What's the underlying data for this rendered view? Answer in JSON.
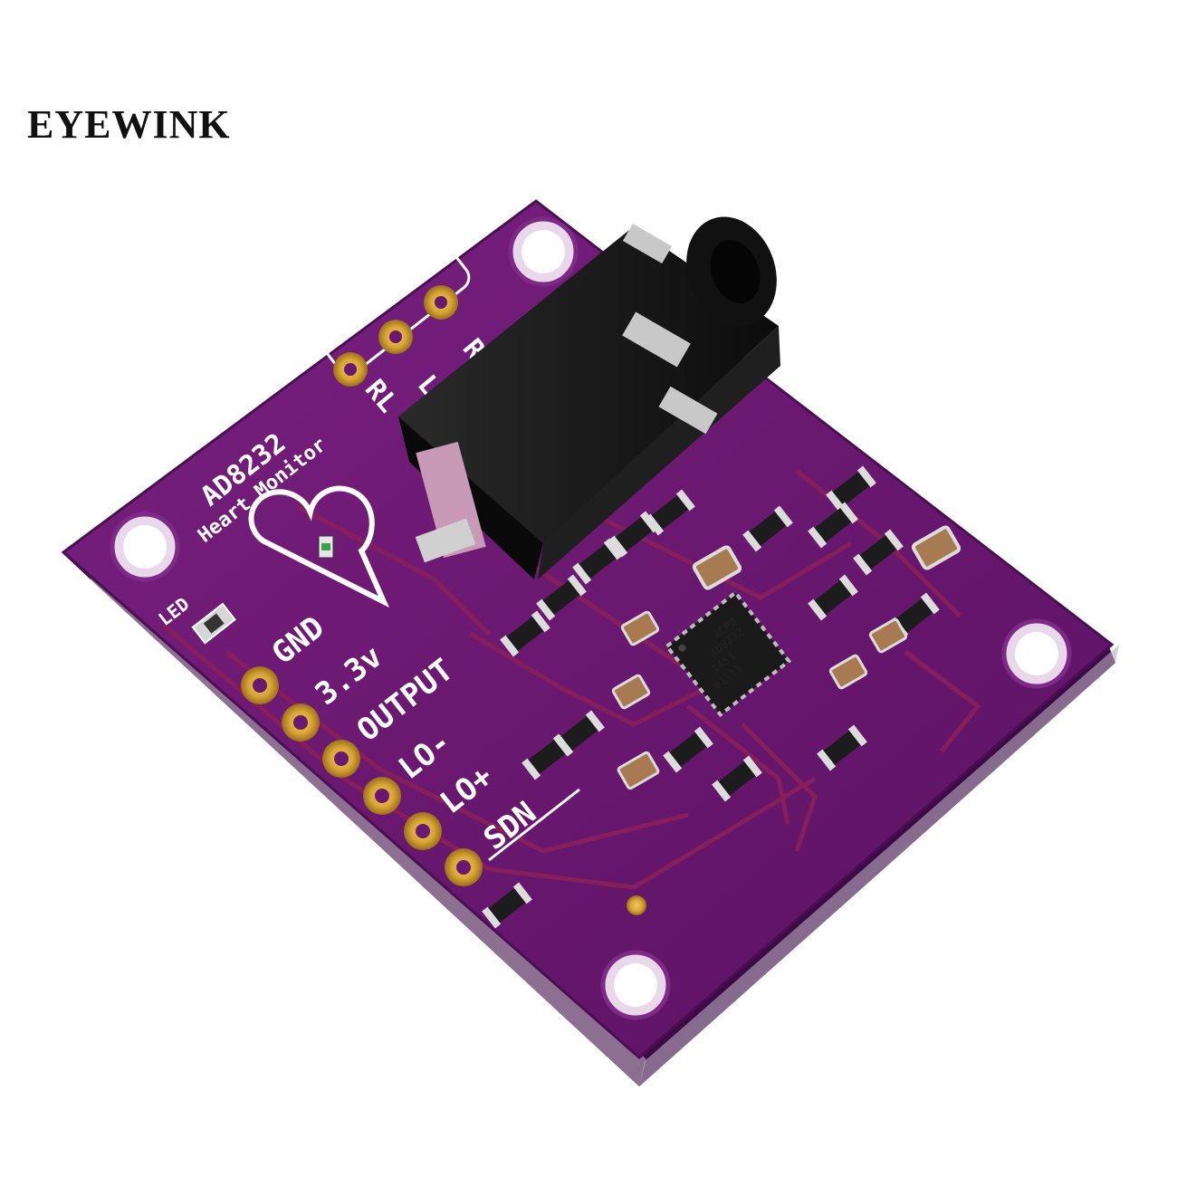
{
  "watermark": "EYEWINK",
  "board": {
    "title": "AD8232",
    "subtitle": "Heart Monitor",
    "led_label": "LED",
    "pins": [
      "GND",
      "3.3v",
      "OUTPUT",
      "LO-",
      "LO+",
      "SDN"
    ],
    "electrode_labels": [
      "R",
      "L",
      "RL"
    ],
    "chip_lines": [
      "ACPZ",
      "AD8232",
      "1453",
      "#1513"
    ]
  },
  "colors": {
    "pcb": "#6e1a72",
    "pcb_dark": "#4a0f52",
    "pcb_edge": "#3c0a44",
    "trace": "#8a1f5a",
    "gold": "#d8a435",
    "silkscreen": "#ffffff",
    "jack": "#151515",
    "background": "#ffffff"
  }
}
